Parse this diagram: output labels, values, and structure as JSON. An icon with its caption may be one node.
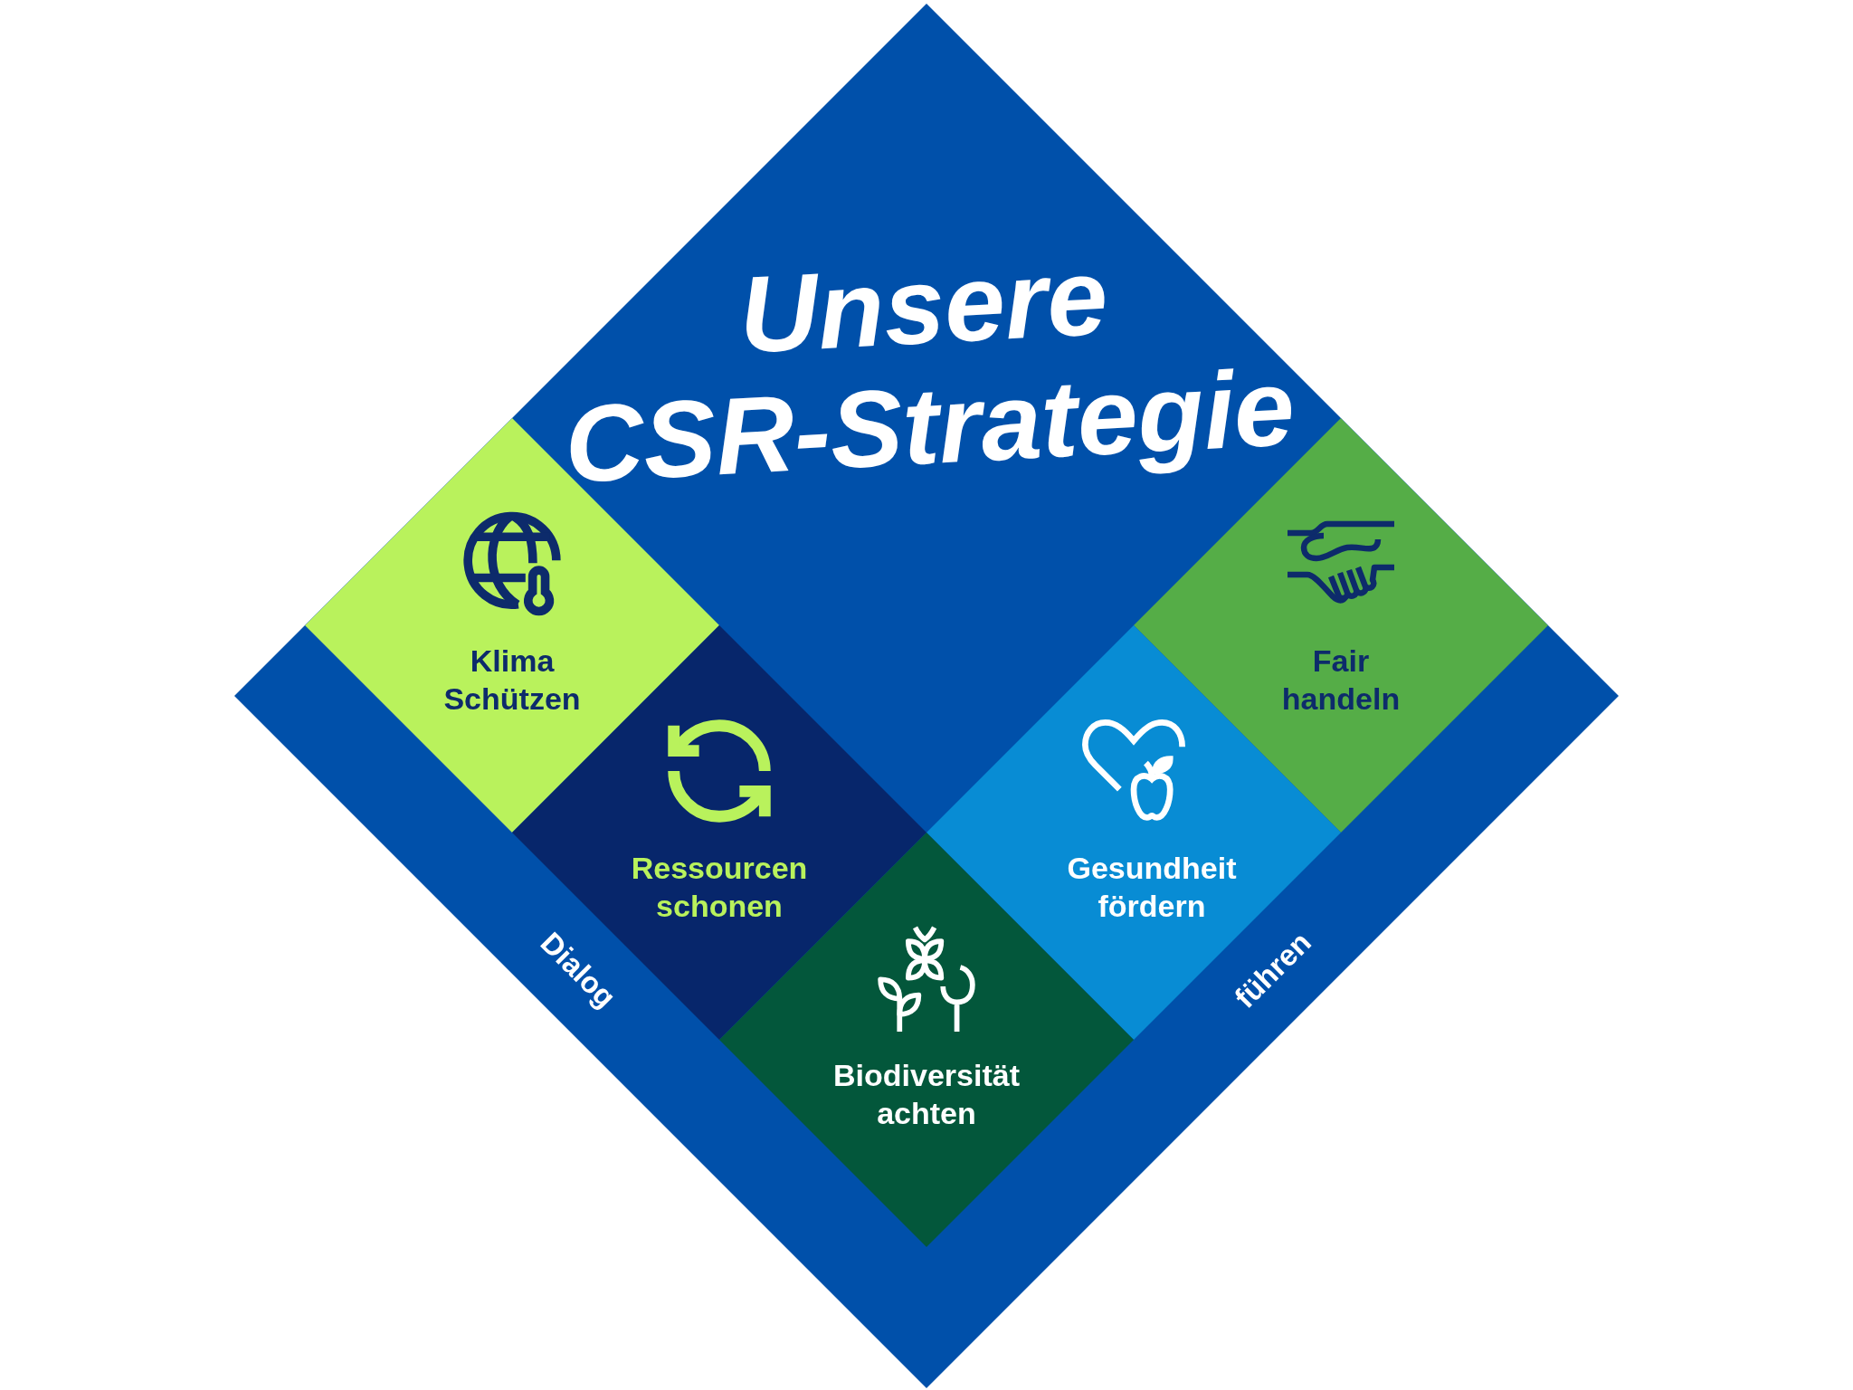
{
  "diagram": {
    "title": "Unsere CSR-Strategie",
    "nodes": [
      {
        "text": [],
        "shape": "diamond"
      },
      {
        "text": [
          "Klima Schützen"
        ],
        "in": 0
      },
      {
        "text": [
          "Fair handeln"
        ],
        "in": 0
      },
      {
        "text": [
          "Ressourcen schonen"
        ],
        "in": 0
      },
      {
        "text": [
          "Gesundheit fördern"
        ],
        "in": 0
      },
      {
        "text": [
          "Biodiversität achten"
        ],
        "in": 0
      }
    ],
    "labels": [
      "Dialog",
      "führen"
    ]
  }
}
